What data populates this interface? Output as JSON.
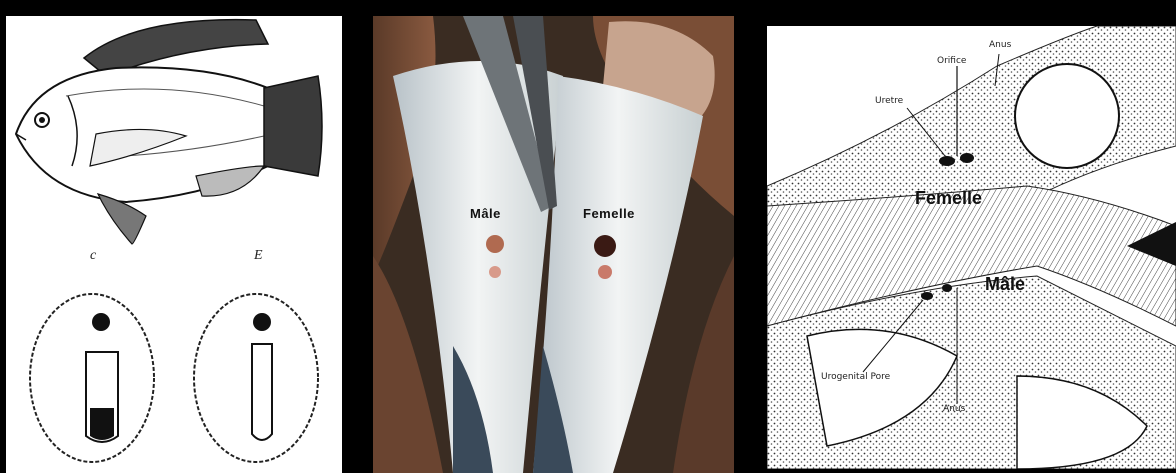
{
  "panel_left": {
    "label_left": "c",
    "label_right": "E"
  },
  "panel_photo": {
    "label_male": "Mâle",
    "label_female": "Femelle"
  },
  "panel_right": {
    "label_anus_top": "Anus",
    "label_orifice": "Orifice",
    "label_uretre": "Uretre",
    "label_female": "Femelle",
    "label_male": "Mâle",
    "label_urogenital": "Urogenital Pore",
    "label_anus_bottom": "Anus"
  }
}
